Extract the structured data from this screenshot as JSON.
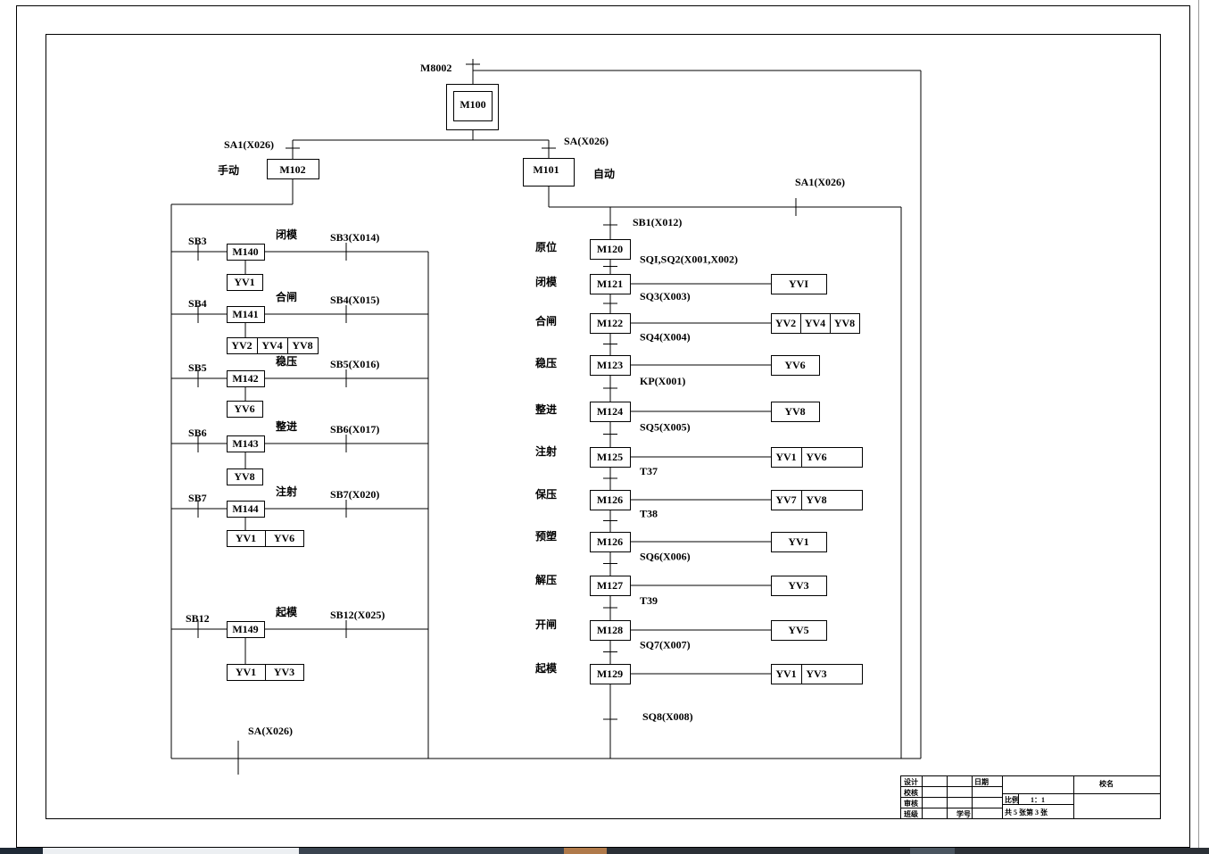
{
  "initial_step": {
    "trigger": "M8002",
    "label": "M100"
  },
  "branch_manual": {
    "condition": "SA1(X026)",
    "step": "M102",
    "mode": "手动"
  },
  "branch_auto": {
    "condition": "SA(X026)",
    "step": "M101",
    "mode": "自动"
  },
  "auto_return": {
    "condition": "SA1(X026)"
  },
  "manual_return": {
    "condition": "SA(X026)"
  },
  "manual_steps": [
    {
      "button": "SB3",
      "step": "M140",
      "action": "闭模",
      "reset": "SB3(X014)",
      "outputs": [
        "YV1"
      ]
    },
    {
      "button": "SB4",
      "step": "M141",
      "action": "合闸",
      "reset": "SB4(X015)",
      "outputs": [
        "YV2",
        "YV4",
        "YV8"
      ]
    },
    {
      "button": "SB5",
      "step": "M142",
      "action": "稳压",
      "reset": "SB5(X016)",
      "outputs": [
        "YV6"
      ]
    },
    {
      "button": "SB6",
      "step": "M143",
      "action": "整进",
      "reset": "SB6(X017)",
      "outputs": [
        "YV8"
      ]
    },
    {
      "button": "SB7",
      "step": "M144",
      "action": "注射",
      "reset": "SB7(X020)",
      "outputs": [
        "YV1",
        "YV6"
      ]
    },
    {
      "button": "SB12",
      "step": "M149",
      "action": "起模",
      "reset": "SB12(X025)",
      "outputs": [
        "YV1",
        "YV3"
      ]
    }
  ],
  "auto_start": "SB1(X012)",
  "auto_end": "SQ8(X008)",
  "auto_steps": [
    {
      "stage": "原位",
      "step": "M120",
      "outputs": [],
      "next": "SQI,SQ2(X001,X002)"
    },
    {
      "stage": "闭模",
      "step": "M121",
      "outputs": [
        "YVI"
      ],
      "next": "SQ3(X003)"
    },
    {
      "stage": "合闸",
      "step": "M122",
      "outputs": [
        "YV2",
        "YV4",
        "YV8"
      ],
      "next": "SQ4(X004)"
    },
    {
      "stage": "稳压",
      "step": "M123",
      "outputs": [
        "YV6"
      ],
      "next": "KP(X001)"
    },
    {
      "stage": "整进",
      "step": "M124",
      "outputs": [
        "YV8"
      ],
      "next": "SQ5(X005)"
    },
    {
      "stage": "注射",
      "step": "M125",
      "outputs": [
        "YV1",
        "YV6"
      ],
      "next": "T37"
    },
    {
      "stage": "保压",
      "step": "M126",
      "outputs": [
        "YV7",
        "YV8"
      ],
      "next": "T38"
    },
    {
      "stage": "预塑",
      "step": "M126",
      "outputs": [
        "YV1"
      ],
      "next": "SQ6(X006)"
    },
    {
      "stage": "解压",
      "step": "M127",
      "outputs": [
        "YV3"
      ],
      "next": "T39"
    },
    {
      "stage": "开闸",
      "step": "M128",
      "outputs": [
        "YV5"
      ],
      "next": "SQ7(X007)"
    },
    {
      "stage": "起模",
      "step": "M129",
      "outputs": [
        "YV1",
        "YV3"
      ],
      "next": ""
    }
  ],
  "title_block": {
    "design": "设计",
    "check": "校核",
    "review": "审核",
    "class": "班级",
    "date": "日期",
    "student_no": "学号",
    "school": "校名",
    "scale_label": "比例",
    "scale_value": "1：1",
    "sheets": "共 5 张第 3 张"
  }
}
